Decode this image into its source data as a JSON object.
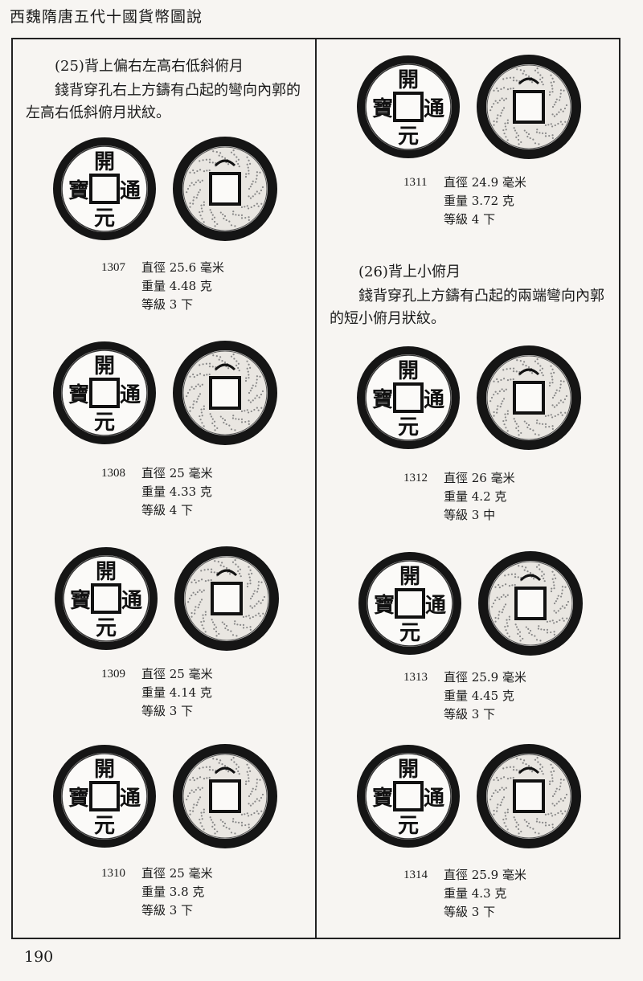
{
  "header": {
    "title": "西魏隋唐五代十國貨幣圖說"
  },
  "footer": {
    "page_number": "190"
  },
  "sections": {
    "s25": {
      "title": "(25)背上偏右左高右低斜俯月",
      "desc": "錢背穿孔右上方鑄有凸起的彎向內郭的左高右低斜俯月狀紋。"
    },
    "s26": {
      "title": "(26)背上小俯月",
      "desc": "錢背穿孔上方鑄有凸起的兩端彎向內郭的短小俯月狀紋。"
    }
  },
  "coin_glyphs": {
    "top": "開",
    "right": "通",
    "bottom": "元",
    "left": "寶"
  },
  "coins": {
    "c1307": {
      "num": "1307",
      "diameter": "直徑 25.6 毫米",
      "weight": "重量 4.48 克",
      "grade": "等級 3 下"
    },
    "c1308": {
      "num": "1308",
      "diameter": "直徑 25 毫米",
      "weight": "重量 4.33 克",
      "grade": "等級 4 下"
    },
    "c1309": {
      "num": "1309",
      "diameter": "直徑 25 毫米",
      "weight": "重量 4.14 克",
      "grade": "等級 3 下"
    },
    "c1310": {
      "num": "1310",
      "diameter": "直徑 25 毫米",
      "weight": "重量 3.8 克",
      "grade": "等級 3 下"
    },
    "c1311": {
      "num": "1311",
      "diameter": "直徑 24.9 毫米",
      "weight": "重量 3.72 克",
      "grade": "等級 4 下"
    },
    "c1312": {
      "num": "1312",
      "diameter": "直徑 26 毫米",
      "weight": "重量 4.2 克",
      "grade": "等級 3 中"
    },
    "c1313": {
      "num": "1313",
      "diameter": "直徑 25.9 毫米",
      "weight": "重量 4.45 克",
      "grade": "等級 3 下"
    },
    "c1314": {
      "num": "1314",
      "diameter": "直徑 25.9 毫米",
      "weight": "重量 4.3 克",
      "grade": "等級 3 下"
    }
  }
}
